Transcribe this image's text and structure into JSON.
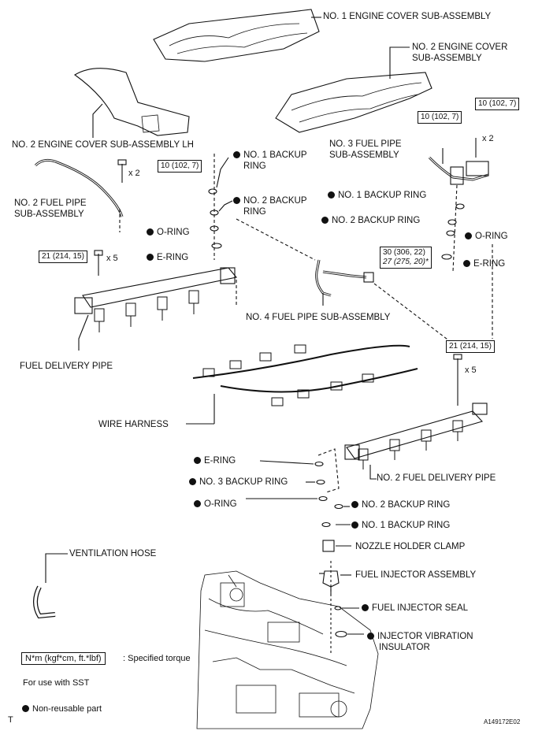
{
  "labels": {
    "engine_cover_1": "NO. 1 ENGINE COVER SUB-ASSEMBLY",
    "engine_cover_2_line1": "NO. 2 ENGINE COVER",
    "engine_cover_2_line2": "SUB-ASSEMBLY",
    "engine_cover_2_lh": "NO. 2 ENGINE COVER SUB-ASSEMBLY LH",
    "fuel_pipe_3_line1": "NO. 3 FUEL PIPE",
    "fuel_pipe_3_line2": "SUB-ASSEMBLY",
    "fuel_pipe_2_line1": "NO. 2 FUEL PIPE",
    "fuel_pipe_2_line2": "SUB-ASSEMBLY",
    "backup_ring_1_left_line1": "NO. 1 BACKUP",
    "backup_ring_1_left_line2": "RING",
    "backup_ring_2_left_line1": "NO. 2 BACKUP",
    "backup_ring_2_left_line2": "RING",
    "o_ring_left": "O-RING",
    "e_ring_left": "E-RING",
    "backup_ring_1_right": "NO. 1 BACKUP RING",
    "backup_ring_2_right": "NO. 2 BACKUP RING",
    "o_ring_right": "O-RING",
    "e_ring_right": "E-RING",
    "fuel_pipe_4": "NO. 4 FUEL PIPE SUB-ASSEMBLY",
    "fuel_delivery_pipe": "FUEL DELIVERY PIPE",
    "wire_harness": "WIRE HARNESS",
    "e_ring_lower": "E-RING",
    "backup_ring_3_lower": "NO. 3 BACKUP RING",
    "o_ring_lower": "O-RING",
    "fuel_delivery_pipe_2": "NO. 2 FUEL DELIVERY PIPE",
    "backup_ring_2_lower": "NO. 2 BACKUP RING",
    "backup_ring_1_lower": "NO. 1 BACKUP RING",
    "nozzle_holder_clamp": "NOZZLE HOLDER CLAMP",
    "fuel_injector_assembly": "FUEL INJECTOR ASSEMBLY",
    "fuel_injector_seal": "FUEL INJECTOR SEAL",
    "injector_vibration_line1": "INJECTOR VIBRATION",
    "injector_vibration_line2": "INSULATOR",
    "ventilation_hose": "VENTILATION HOSE"
  },
  "torques": {
    "cover_bolt_left": "10 (102, 7)",
    "cover_bolt_right_a": "10 (102, 7)",
    "cover_bolt_right_b": "10 (102, 7)",
    "delivery_pipe_left": "21 (214, 15)",
    "delivery_pipe_right": "21 (214, 15)",
    "fuel_pipe_4_a": "30 (306, 22)",
    "fuel_pipe_4_b": "27 (275, 20)*"
  },
  "multipliers": {
    "cover_left": "x 2",
    "cover_right": "x 2",
    "pipe_left": "x 5",
    "pipe_right": "x 5"
  },
  "legend": {
    "torque_unit": "N*m (kgf*cm, ft.*lbf)",
    "torque_desc": ": Specified torque",
    "sst_note": "For use with SST",
    "non_reusable": "Non-reusable part"
  },
  "corner": {
    "left_mark": "T",
    "figure_id": "A149172E02"
  }
}
